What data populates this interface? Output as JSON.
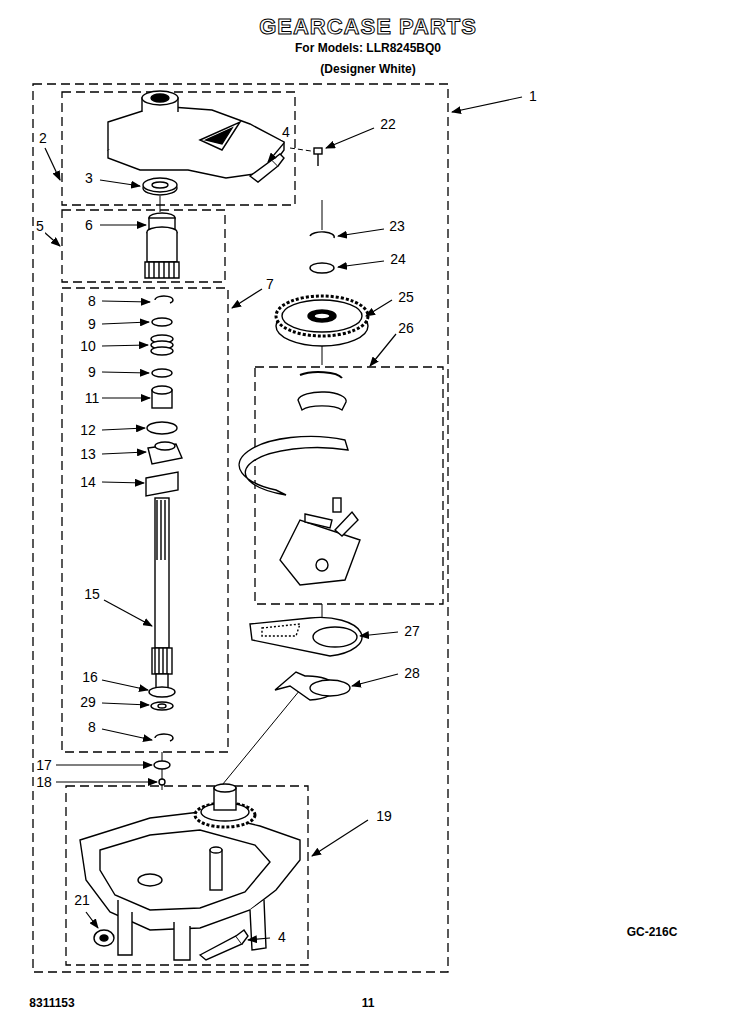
{
  "diagram": {
    "title": "GEARCASE PARTS",
    "labels": [
      "For Models: LLR8245BQ0",
      "(Designer White)",
      "1",
      "2",
      "22",
      "4",
      "3",
      "5",
      "6",
      "23",
      "24",
      "25",
      "7",
      "26",
      "8",
      "9",
      "10",
      "9",
      "11",
      "12",
      "13",
      "14",
      "15",
      "27",
      "28",
      "16",
      "29",
      "8",
      "17",
      "18",
      "19",
      "21",
      "4",
      "GC-216C",
      "8311153",
      "11"
    ]
  }
}
